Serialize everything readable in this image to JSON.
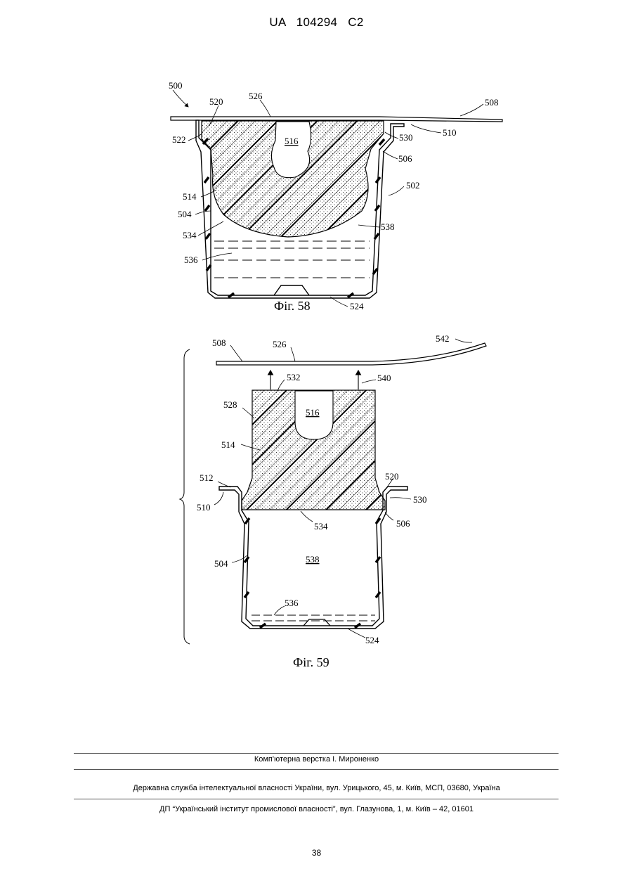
{
  "header": {
    "patent_number": "UA  104294  C2"
  },
  "figure_58": {
    "caption": "Фіг. 58",
    "labels": {
      "l500": "500",
      "l520": "520",
      "l526": "526",
      "l508": "508",
      "l510": "510",
      "l522": "522",
      "l530": "530",
      "l516": "516",
      "l506": "506",
      "l502": "502",
      "l514": "514",
      "l504": "504",
      "l534": "534",
      "l538": "538",
      "l536": "536",
      "l524": "524"
    }
  },
  "figure_59": {
    "caption": "Фіг. 59",
    "labels": {
      "l508": "508",
      "l526": "526",
      "l542": "542",
      "l532": "532",
      "l540": "540",
      "l528": "528",
      "l516": "516",
      "l514": "514",
      "l512": "512",
      "l520": "520",
      "l510": "510",
      "l530": "530",
      "l534": "534",
      "l506": "506",
      "l504": "504",
      "l538": "538",
      "l536": "536",
      "l524": "524"
    }
  },
  "footer": {
    "layout": "Комп'ютерна верстка І. Мироненко",
    "agency": "Державна служба інтелектуальної власності України, вул. Урицького, 45, м. Київ, МСП, 03680, Україна",
    "institute": "ДП “Український інститут промислової власності”, вул. Глазунова, 1, м. Київ – 42, 01601"
  },
  "page_number": "38"
}
